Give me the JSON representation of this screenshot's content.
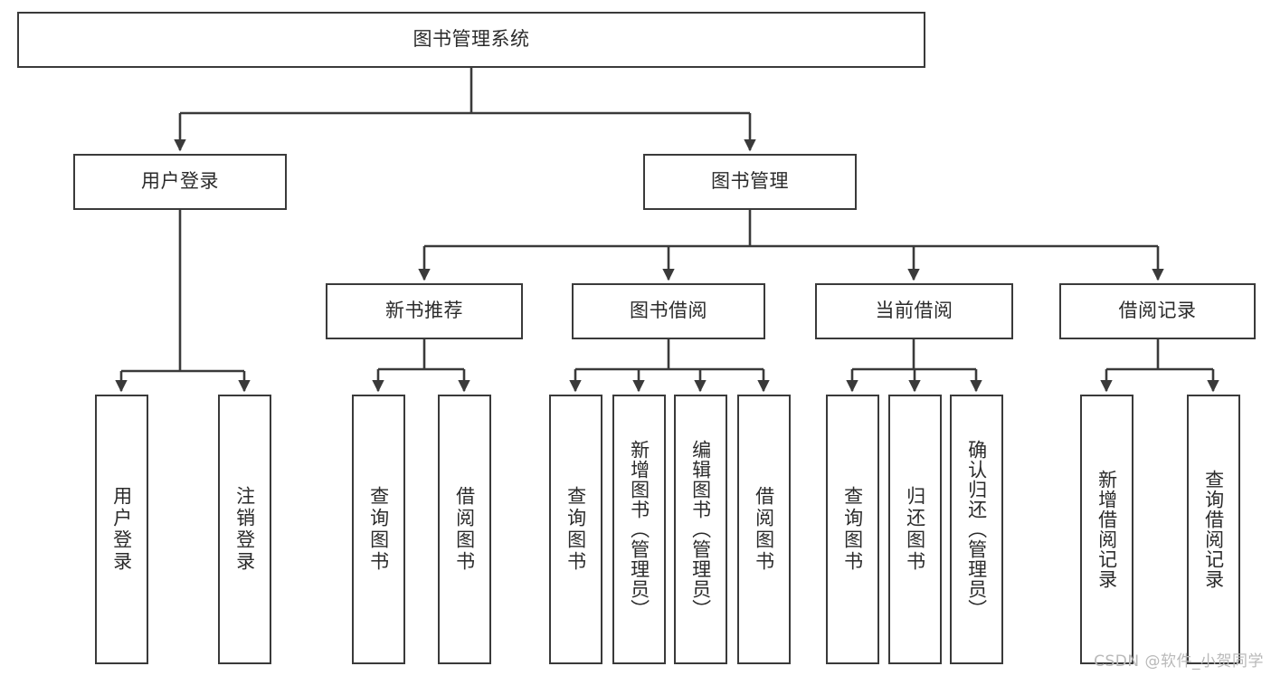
{
  "diagram": {
    "title": "图书管理系统",
    "type": "tree-hierarchy-diagram",
    "watermark": "CSDN @软件_小贺同学",
    "colors": {
      "box_border": "#3a3a3a",
      "box_fill": "#ffffff",
      "connector": "#3a3a3a",
      "text": "#2b2b2b",
      "watermark": "#b9b9b9",
      "background": "#ffffff"
    },
    "root": {
      "label": "图书管理系统"
    },
    "level1": [
      {
        "label": "用户登录"
      },
      {
        "label": "图书管理"
      }
    ],
    "level2": [
      {
        "label": "新书推荐"
      },
      {
        "label": "图书借阅"
      },
      {
        "label": "当前借阅"
      },
      {
        "label": "借阅记录"
      }
    ],
    "leaves": {
      "user_login": [
        {
          "label": "用户登录"
        },
        {
          "label": "注销登录"
        }
      ],
      "new_book_recommend": [
        {
          "label": "查询图书"
        },
        {
          "label": "借阅图书"
        }
      ],
      "book_borrow": [
        {
          "label": "查询图书"
        },
        {
          "label": "新增图书（管理员）"
        },
        {
          "label": "编辑图书（管理员）"
        },
        {
          "label": "借阅图书"
        }
      ],
      "current_borrow": [
        {
          "label": "查询图书"
        },
        {
          "label": "归还图书"
        },
        {
          "label": "确认归还（管理员）"
        }
      ],
      "borrow_record": [
        {
          "label": "新增借阅记录"
        },
        {
          "label": "查询借阅记录"
        }
      ]
    }
  }
}
